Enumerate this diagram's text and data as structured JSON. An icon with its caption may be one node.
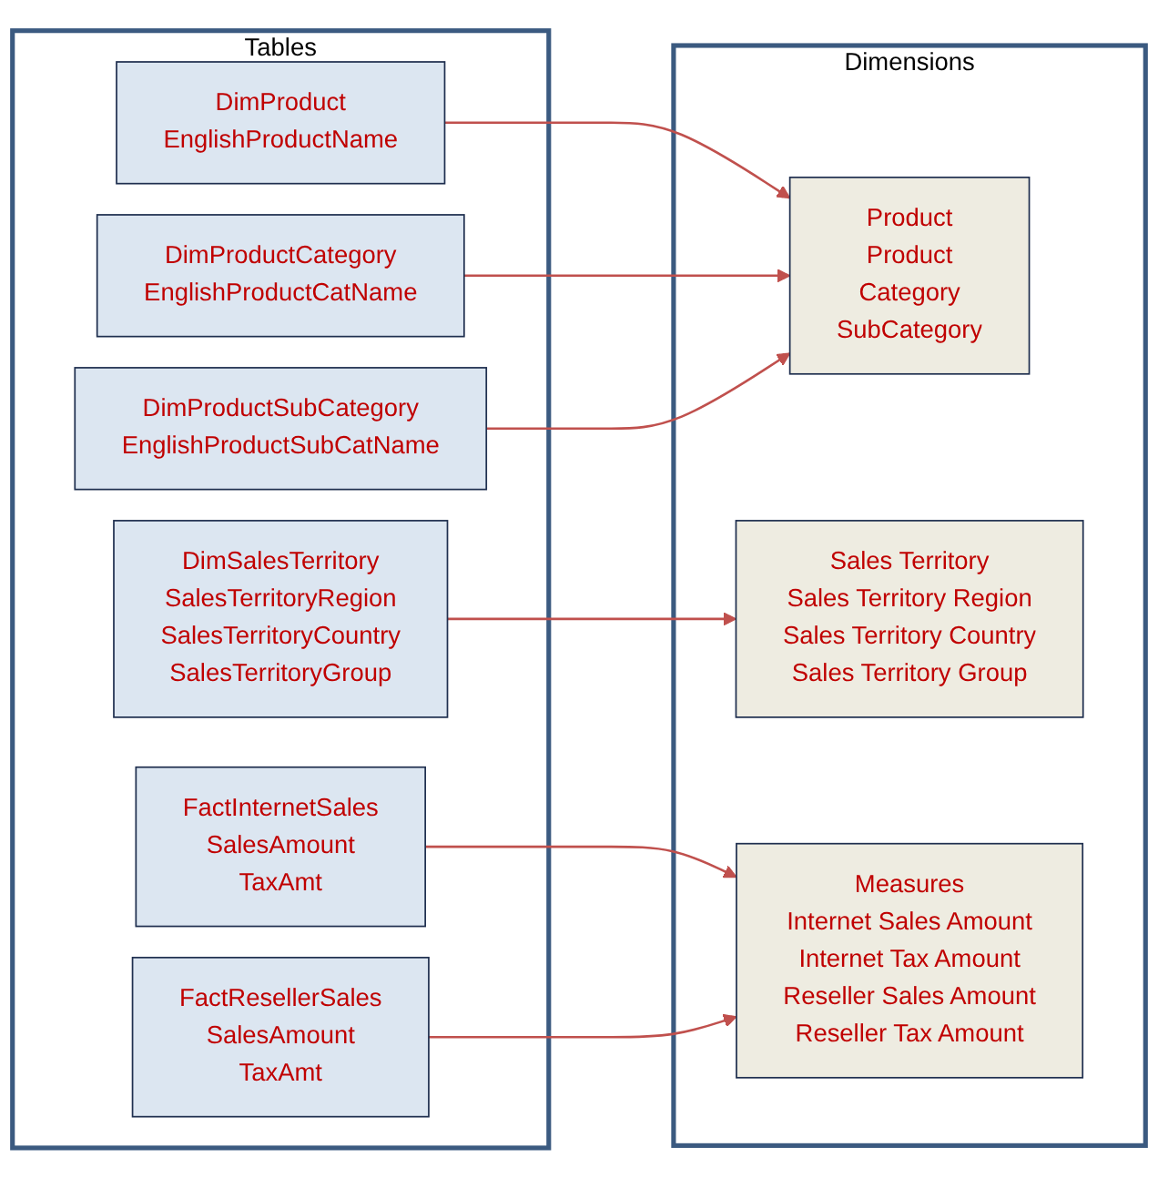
{
  "diagram": {
    "nodes": [
      {
        "text": [
          "Tables"
        ]
      },
      {
        "text": [
          "DimProduct",
          "EnglishProductName"
        ],
        "in": 0
      },
      {
        "text": [
          "DimProductCategory",
          "EnglishProductCatName"
        ],
        "in": 0
      },
      {
        "text": [
          "DimProductSubCategory",
          "EnglishProductSubCatName"
        ],
        "in": 0
      },
      {
        "text": [
          "DimSalesTerritory",
          "SalesTerritoryRegion",
          "SalesTerritoryCountry",
          "SalesTerritoryGroup"
        ],
        "in": 0
      },
      {
        "text": [
          "FactInternetSales",
          "SalesAmount",
          "TaxAmt"
        ],
        "in": 0
      },
      {
        "text": [
          "FactResellerSales",
          "SalesAmount",
          "TaxAmt"
        ],
        "in": 0
      },
      {
        "text": [
          "Dimensions"
        ]
      },
      {
        "text": [
          "Product",
          "Product",
          "Category",
          "SubCategory"
        ],
        "in": 7
      },
      {
        "text": [
          "Sales Territory",
          "Sales Territory Region",
          "Sales Territory Country",
          "Sales Territory Group"
        ],
        "in": 7
      },
      {
        "text": [
          "Measures",
          "Internet Sales Amount",
          "Internet Tax Amount",
          "Reseller Sales Amount",
          "Reseller Tax Amount"
        ],
        "in": 7
      }
    ],
    "edges": [
      {
        "from": 1,
        "to": 8,
        "arrow": "to"
      },
      {
        "from": 2,
        "to": 8,
        "arrow": "to"
      },
      {
        "from": 3,
        "to": 8,
        "arrow": "to"
      },
      {
        "from": 4,
        "to": 9,
        "arrow": "to"
      },
      {
        "from": 5,
        "to": 10,
        "arrow": "to"
      },
      {
        "from": 6,
        "to": 10,
        "arrow": "to"
      }
    ]
  }
}
